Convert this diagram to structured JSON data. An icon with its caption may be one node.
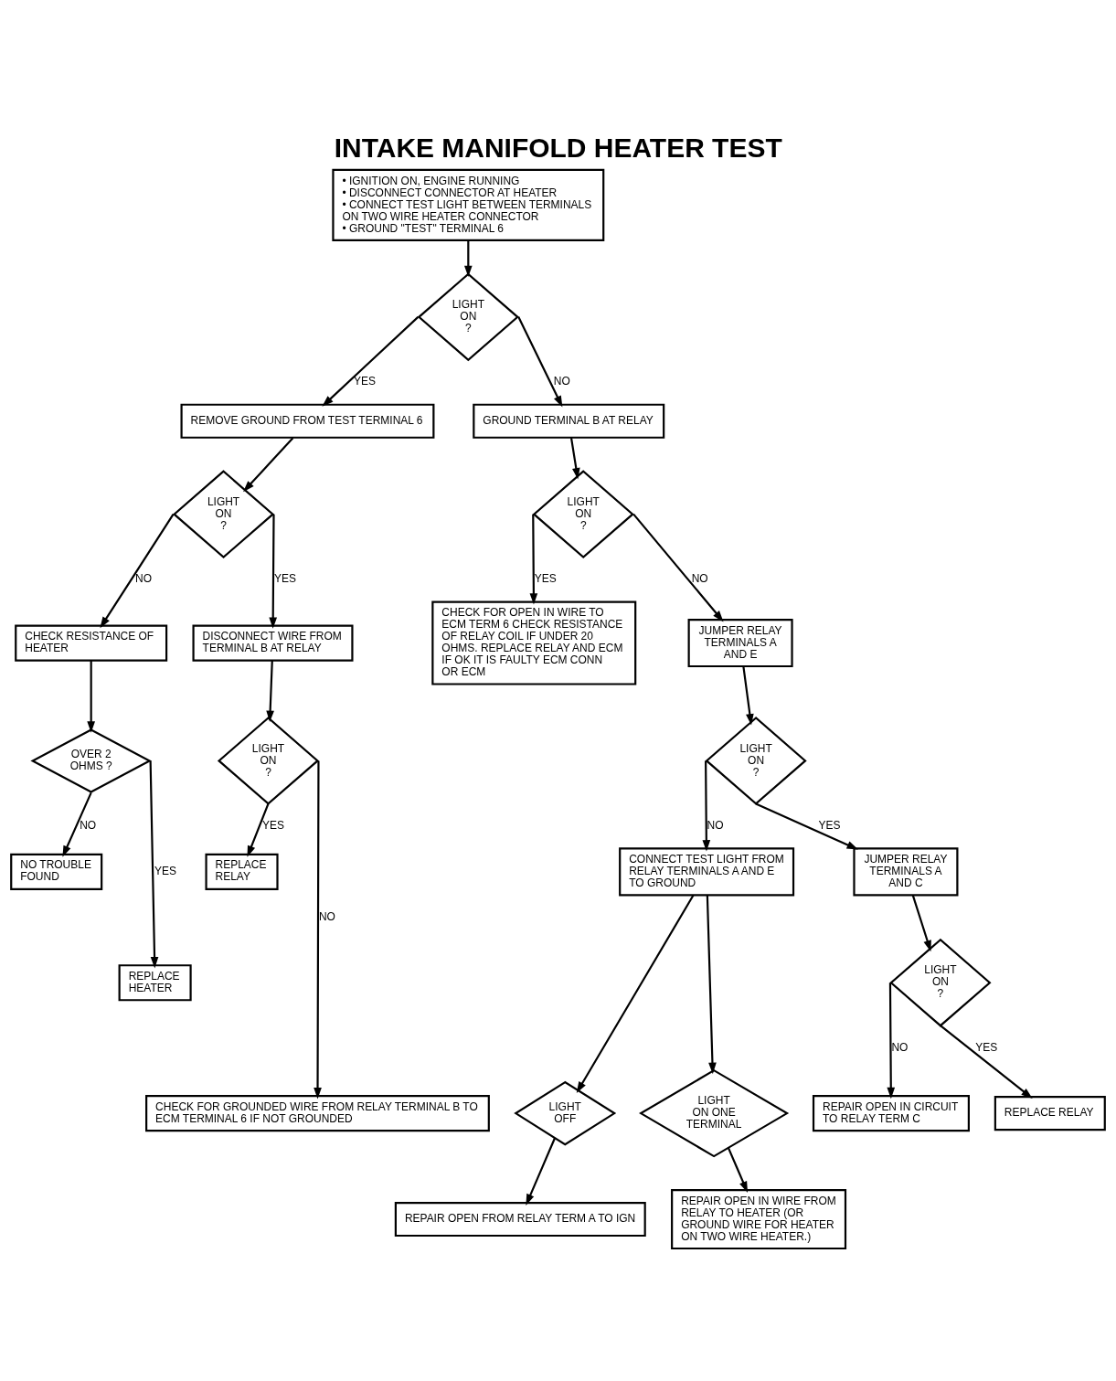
{
  "diagram": {
    "title": "INTAKE MANIFOLD HEATER TEST",
    "nodes": [
      {
        "text": [
          "• IGNITION ON, ENGINE RUNNING",
          "• DISCONNECT CONNECTOR AT HEATER",
          "• CONNECT TEST LIGHT BETWEEN TERMINALS ON TWO WIRE HEATER CONNECTOR",
          "• GROUND \"TEST\" TERMINAL 6"
        ]
      },
      {
        "text": [
          "LIGHT ON ?"
        ]
      },
      {
        "text": [
          "REMOVE GROUND FROM TEST TERMINAL 6"
        ]
      },
      {
        "text": [
          "GROUND TERMINAL B AT RELAY"
        ]
      },
      {
        "text": [
          "LIGHT ON ?"
        ]
      },
      {
        "text": [
          "LIGHT ON ?"
        ]
      },
      {
        "text": [
          "CHECK RESISTANCE OF HEATER"
        ]
      },
      {
        "text": [
          "DISCONNECT WIRE FROM TERMINAL B AT RELAY"
        ]
      },
      {
        "text": [
          "CHECK FOR OPEN IN WIRE TO ECM TERM 6 CHECK RESISTANCE OF RELAY COIL IF UNDER 20 OHMS. REPLACE RELAY AND ECM IF OK IT IS FAULTY ECM CONN OR ECM"
        ]
      },
      {
        "text": [
          "JUMPER RELAY TERMINALS A AND E"
        ]
      },
      {
        "text": [
          "OVER 2 OHMS ?"
        ]
      },
      {
        "text": [
          "LIGHT ON ?"
        ]
      },
      {
        "text": [
          "LIGHT ON ?"
        ]
      },
      {
        "text": [
          "NO TROUBLE FOUND"
        ]
      },
      {
        "text": [
          "REPLACE RELAY"
        ]
      },
      {
        "text": [
          "CONNECT TEST LIGHT FROM RELAY TERMINALS A AND E TO GROUND"
        ]
      },
      {
        "text": [
          "JUMPER RELAY TERMINALS A AND C"
        ]
      },
      {
        "text": [
          "REPLACE HEATER"
        ]
      },
      {
        "text": [
          "LIGHT ON ?"
        ]
      },
      {
        "text": [
          "CHECK FOR GROUNDED WIRE FROM RELAY TERMINAL B TO ECM TERMINAL 6 IF NOT GROUNDED"
        ]
      },
      {
        "text": [
          "REPLACE RELAY"
        ]
      },
      {
        "text": [
          "LIGHT OFF"
        ]
      },
      {
        "text": [
          "LIGHT ON ONE TERMINAL"
        ]
      },
      {
        "text": [
          "REPAIR OPEN IN CIRCUIT TO RELAY TERM C"
        ]
      },
      {
        "text": [
          "REPAIR OPEN FROM RELAY TERM A TO IGN"
        ]
      },
      {
        "text": [
          "REPAIR OPEN IN WIRE FROM RELAY TO HEATER (OR GROUND WIRE FOR HEATER ON TWO WIRE HEATER.)"
        ]
      }
    ],
    "edges": [
      {
        "from": 0,
        "to": 1,
        "arrow": "to"
      },
      {
        "from": 1,
        "to": 2,
        "arrow": "to",
        "label": "YES"
      },
      {
        "from": 1,
        "to": 3,
        "arrow": "to",
        "label": "NO"
      },
      {
        "from": 2,
        "to": 4,
        "arrow": "to"
      },
      {
        "from": 3,
        "to": 5,
        "arrow": "to"
      },
      {
        "from": 4,
        "to": 6,
        "arrow": "to",
        "label": "NO"
      },
      {
        "from": 4,
        "to": 7,
        "arrow": "to",
        "label": "YES"
      },
      {
        "from": 5,
        "to": 8,
        "arrow": "to",
        "label": "YES"
      },
      {
        "from": 5,
        "to": 9,
        "arrow": "to",
        "label": "NO"
      },
      {
        "from": 6,
        "to": 10,
        "arrow": "to"
      },
      {
        "from": 7,
        "to": 11,
        "arrow": "to"
      },
      {
        "from": 9,
        "to": 12,
        "arrow": "to"
      },
      {
        "from": 10,
        "to": 13,
        "arrow": "to",
        "label": "NO"
      },
      {
        "from": 10,
        "to": 17,
        "arrow": "to",
        "label": "YES"
      },
      {
        "from": 11,
        "to": 14,
        "arrow": "to",
        "label": "YES"
      },
      {
        "from": 11,
        "to": 19,
        "arrow": "to",
        "label": "NO"
      },
      {
        "from": 12,
        "to": 15,
        "arrow": "to",
        "label": "NO"
      },
      {
        "from": 12,
        "to": 16,
        "arrow": "to",
        "label": "YES"
      },
      {
        "from": 16,
        "to": 18,
        "arrow": "to"
      },
      {
        "from": 18,
        "to": 20,
        "arrow": "to",
        "label": "YES"
      },
      {
        "from": 18,
        "to": 23,
        "arrow": "to",
        "label": "NO"
      },
      {
        "from": 15,
        "to": 21,
        "arrow": "to"
      },
      {
        "from": 15,
        "to": 22,
        "arrow": "to"
      },
      {
        "from": 21,
        "to": 24,
        "arrow": "to"
      },
      {
        "from": 22,
        "to": 25,
        "arrow": "to"
      }
    ]
  }
}
